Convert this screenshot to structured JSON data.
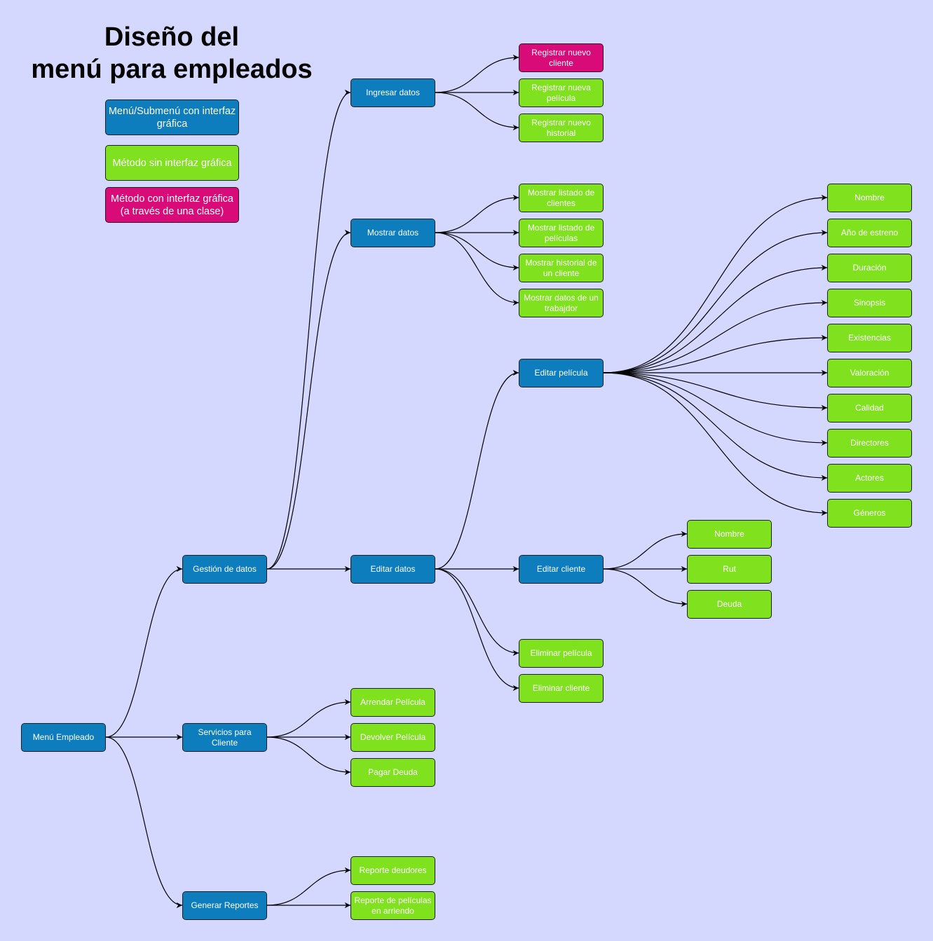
{
  "title": {
    "line1": "Diseño del",
    "line2": "menú para empleados"
  },
  "legend": {
    "submenu": "Menú/Submenú con interfaz gráfica",
    "method_no_gui": "Método sin interfaz gráfica",
    "method_gui": "Método con interfaz gráfica (a través de una clase)"
  },
  "colors": {
    "background": "#D4D8FE",
    "submenu": "#0E7DBE",
    "method_no_gui": "#80E11E",
    "method_gui": "#D90B78"
  },
  "nodes": {
    "menu_empleado": "Menú Empleado",
    "gestion_datos": "Gestión de datos",
    "servicios_cliente": "Servicios para Cliente",
    "generar_reportes": "Generar Reportes",
    "ingresar_datos": "Ingresar datos",
    "mostrar_datos": "Mostrar datos",
    "editar_datos": "Editar datos",
    "registrar_cliente": "Registrar nuevo cliente",
    "registrar_pelicula": "Registrar nueva película",
    "registrar_historial": "Registrar nuevo historial",
    "listado_clientes": "Mostrar listado de clientes",
    "listado_peliculas": "Mostrar listado de películas",
    "historial_cliente": "Mostrar historial de un cliente",
    "datos_trabajador": "Mostrar datos de un trabajdor",
    "editar_pelicula": "Editar película",
    "editar_cliente": "Editar cliente",
    "eliminar_pelicula": "Eliminar película",
    "eliminar_cliente": "Eliminar cliente",
    "pel_nombre": "Nombre",
    "pel_anio": "Año de estreno",
    "pel_duracion": "Duración",
    "pel_sinopsis": "Sinopsis",
    "pel_existencias": "Existencias",
    "pel_valoracion": "Valoración",
    "pel_calidad": "Calidad",
    "pel_directores": "Directores",
    "pel_actores": "Actores",
    "pel_generos": "Géneros",
    "cli_nombre": "Nombre",
    "cli_rut": "Rut",
    "cli_deuda": "Deuda",
    "arrendar": "Arrendar Película",
    "devolver": "Devolver Película",
    "pagar": "Pagar Deuda",
    "reporte_deudores": "Reporte deudores",
    "reporte_arriendo": "Reporte de películas en arriendo"
  }
}
